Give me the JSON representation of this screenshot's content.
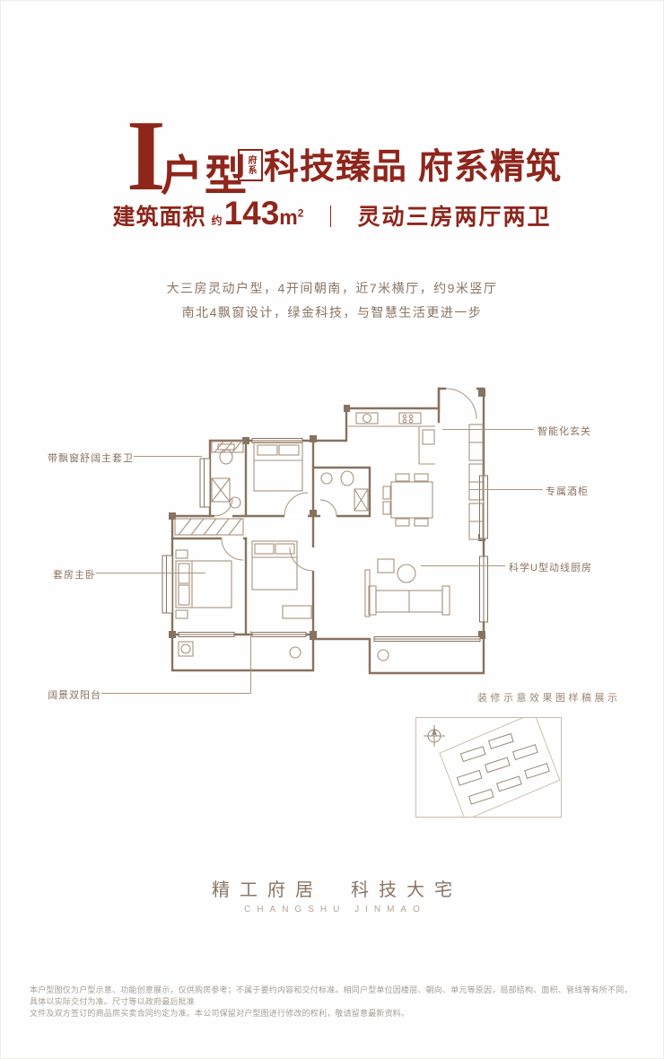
{
  "colors": {
    "accent_red": "#8e261c",
    "text_brown": "#8a7565",
    "label_brown": "#8a7260",
    "line_brown": "#87725f",
    "muted_gray": "#a69d94"
  },
  "header": {
    "type_letter": "I",
    "type_word": "户型",
    "series_badge": "府系",
    "headline": "科技臻品 府系精筑",
    "area_label": "建筑面积",
    "area_approx": "约",
    "area_value": "143",
    "area_unit": "m",
    "area_sup": "2",
    "separator": "｜",
    "layout_text": "灵动三房两厅两卫"
  },
  "description": {
    "line1": "大三房灵动户型，4开间朝南，近7米横厅，约9米竖厅",
    "line2": "南北4飘窗设计，绿金科技，与智慧生活更进一步"
  },
  "floorplan": {
    "labels": [
      {
        "id": "master-bath",
        "text": "带飘窗舒阔主套卫"
      },
      {
        "id": "master-bedroom",
        "text": "套房主卧"
      },
      {
        "id": "double-balcony",
        "text": "阔景双阳台"
      },
      {
        "id": "smart-foyer",
        "text": "智能化玄关"
      },
      {
        "id": "wine-cabinet",
        "text": "专属酒柜"
      },
      {
        "id": "u-kitchen",
        "text": "科学U型动线厨房"
      }
    ]
  },
  "siteplan": {
    "caption": "装修示意效果图样稿展示"
  },
  "footer": {
    "brand_cn": "精工府居　科技大宅",
    "brand_en": "CHANGSHU JINMAO",
    "disclaimer_line1": "本户型图仅为户型示意、功能创意展示，仅供购房参考；不属于要约内容和交付标准。相同户型单位因楼层、朝向、单元等原因，局部结构、面积、管线等有所不同，具体以实际交付为准。尺寸等以政府最后批准",
    "disclaimer_line2": "文件及双方签订的商品房买卖合同约定为准。本公司保留对户型图进行修改的权利，敬请留意最新资料。"
  }
}
